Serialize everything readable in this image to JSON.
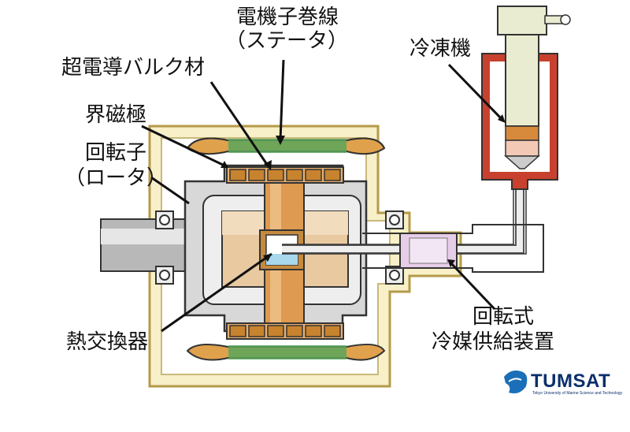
{
  "labels": {
    "stator_winding_1": "電機子巻線",
    "stator_winding_2": "（ステータ）",
    "superconductor": "超電導バルク材",
    "field_pole": "界磁極",
    "rotor_1": "回転子",
    "rotor_2": "（ロータ）",
    "heat_exchanger": "熱交換器",
    "refrigerator": "冷凍機",
    "coolant_supply_1": "回転式",
    "coolant_supply_2": "冷媒供給装置"
  },
  "logo": {
    "name": "TUMSAT",
    "subtitle": "Tokyo University of Marine Science and Technology"
  }
}
